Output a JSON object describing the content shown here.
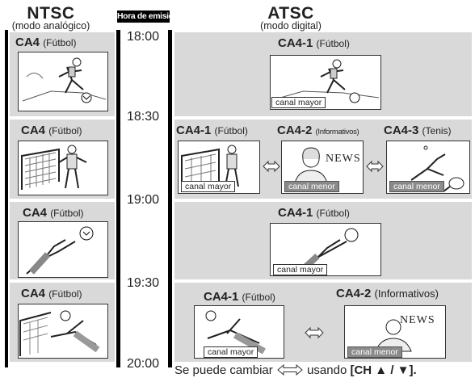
{
  "header": {
    "ntsc_title": "NTSC",
    "ntsc_sub": "(modo analógico)",
    "broadcast_label": "Hora de emisión",
    "atsc_title": "ATSC",
    "atsc_sub": "(modo digital)"
  },
  "times": [
    "18:00",
    "18:30",
    "19:00",
    "19:30",
    "20:00"
  ],
  "ntsc_cells": [
    {
      "ch": "CA4",
      "prog": "(Fútbol)"
    },
    {
      "ch": "CA4",
      "prog": "(Fútbol)"
    },
    {
      "ch": "CA4",
      "prog": "(Fútbol)"
    },
    {
      "ch": "CA4",
      "prog": "(Fútbol)"
    }
  ],
  "atsc": {
    "row1": {
      "ch": "CA4-1",
      "prog": "(Fútbol)",
      "tag": "canal mayor"
    },
    "row2": [
      {
        "ch": "CA4-1",
        "prog": "(Fútbol)",
        "tag": "canal mayor"
      },
      {
        "ch": "CA4-2",
        "prog": "(Informativos)",
        "tag": "canal menor"
      },
      {
        "ch": "CA4-3",
        "prog": "(Tenis)",
        "tag": "canal menor"
      }
    ],
    "row3": {
      "ch": "CA4-1",
      "prog": "(Fútbol)",
      "tag": "canal mayor"
    },
    "row4": [
      {
        "ch": "CA4-1",
        "prog": "(Fútbol)",
        "tag": "canal mayor"
      },
      {
        "ch": "CA4-2",
        "prog": "(Informativos)",
        "tag": "canal menor"
      }
    ]
  },
  "news_text": "NEWS",
  "footer": {
    "prefix": "Se puede cambiar",
    "middle": "usando",
    "key": "[CH ▲ / ▼]."
  }
}
